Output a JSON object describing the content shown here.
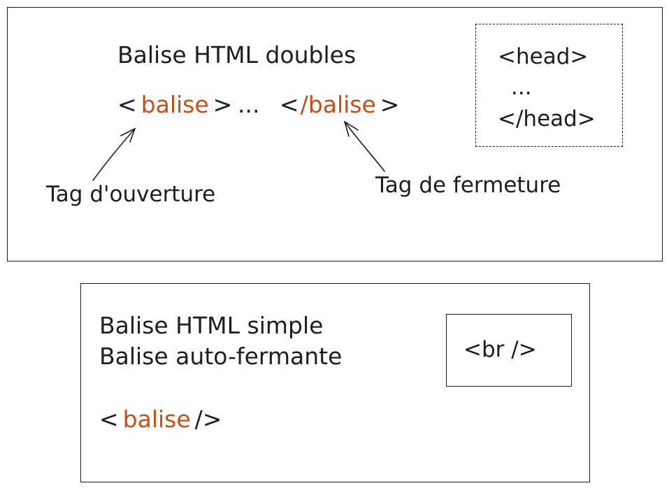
{
  "colors": {
    "ink": "#1e1e1e",
    "accent": "#c4501a"
  },
  "top": {
    "title": "Balise HTML doubles",
    "open_tag": {
      "lt": "<",
      "name": "balise",
      "gt": ">"
    },
    "ellipsis": "...",
    "close_tag": {
      "lt": "<",
      "slash_name": "/balise",
      "gt": ">"
    },
    "opening_label": "Tag d'ouverture",
    "closing_label": "Tag de fermeture",
    "example": {
      "line1": "<head>",
      "line2": "...",
      "line3": "</head>"
    }
  },
  "bottom": {
    "title_line1": "Balise HTML simple",
    "title_line2": "Balise auto-fermante",
    "tag": {
      "lt": "<",
      "name": "balise",
      "end": "/>"
    },
    "example": "<br />"
  }
}
